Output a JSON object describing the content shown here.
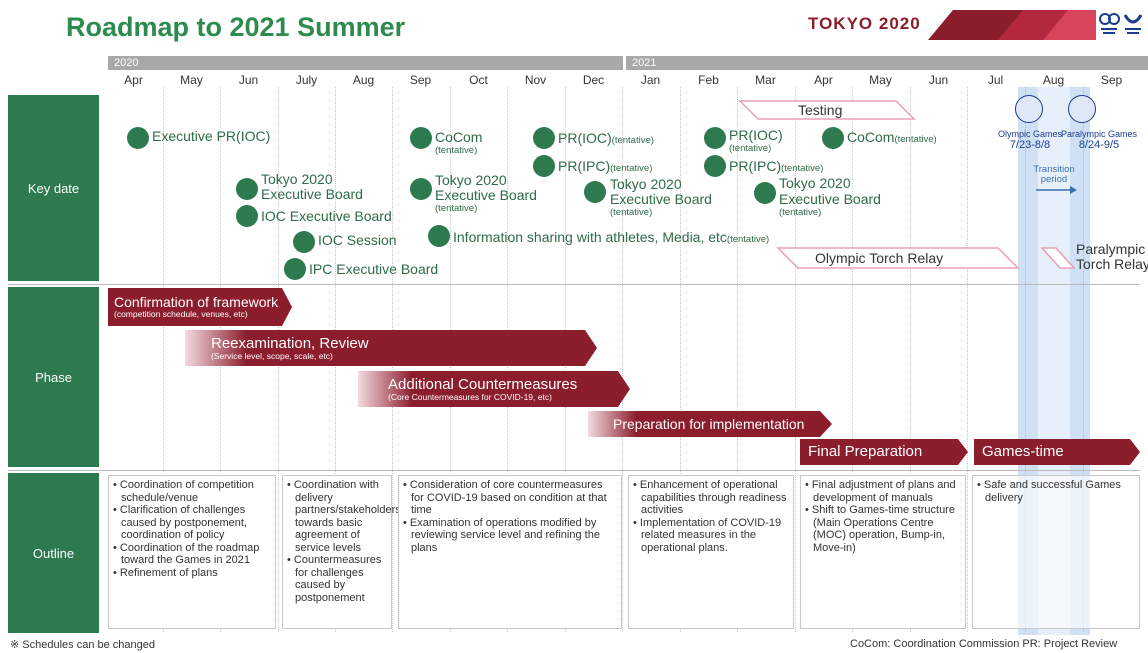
{
  "title": "Roadmap to 2021 Summer",
  "brand": "TOKYO 2020",
  "years": [
    "2020",
    "2021"
  ],
  "months": [
    "Apr",
    "May",
    "Jun",
    "July",
    "Aug",
    "Sep",
    "Oct",
    "Nov",
    "Dec",
    "Jan",
    "Feb",
    "Mar",
    "Apr",
    "May",
    "Jun",
    "Jul",
    "Aug",
    "Sep"
  ],
  "row_labels": {
    "key_date": "Key date",
    "phase": "Phase",
    "outline": "Outline"
  },
  "key_dates": {
    "exec_pr_ioc": "Executive PR(IOC)",
    "board_2020_jun_l1": "Tokyo 2020",
    "board_2020_jun_l2": "Executive Board",
    "ioc_exec_board": "IOC Executive Board",
    "ioc_session": "IOC Session",
    "ipc_exec_board": "IPC Executive Board",
    "cocom_sep": "CoCom",
    "cocom_sep_tent": "(tentative)",
    "board_sep_l1": "Tokyo 2020",
    "board_sep_l2": "Executive Board",
    "board_sep_tent": "(tentative)",
    "info_sharing": "Information sharing with athletes, Media, etc",
    "info_sharing_tent": "(tentative)",
    "pr_ioc_nov": "PR(IOC)",
    "pr_ioc_nov_tent": "(tentative)",
    "pr_ipc_nov": "PR(IPC)",
    "pr_ipc_nov_tent": "(tentative)",
    "board_dec_l1": "Tokyo 2020",
    "board_dec_l2": "Executive Board",
    "board_dec_tent": "(tentative)",
    "pr_ioc_feb": "PR(IOC)",
    "pr_ioc_feb_tent": "(tentative)",
    "pr_ipc_feb": "PR(IPC)",
    "pr_ipc_feb_tent": "(tentative)",
    "board_mar_l1": "Tokyo 2020",
    "board_mar_l2": "Executive Board",
    "board_mar_tent": "(tentative)",
    "cocom_apr": "CoCom",
    "cocom_apr_tent": "(tentative)",
    "testing": "Testing",
    "olympic_torch": "Olympic Torch Relay",
    "paralympic_torch_l1": "Paralympic",
    "paralympic_torch_l2": "Torch Relay",
    "olympic_games": "Olympic Games",
    "olympic_dates": "7/23-8/8",
    "paralympic_games": "Paralympic Games",
    "paralympic_dates": "8/24-9/5",
    "transition_l1": "Transition",
    "transition_l2": "period"
  },
  "phases": [
    {
      "label": "Confirmation of framework",
      "sub": "(competition schedule, venues, etc)"
    },
    {
      "label": "Reexamination, Review",
      "sub": "(Service level, scope, scale, etc)"
    },
    {
      "label": "Additional Countermeasures",
      "sub": "(Core Countermeasures for COVID-19, etc)"
    },
    {
      "label": "Preparation for implementation",
      "sub": ""
    },
    {
      "label": "Final Preparation",
      "sub": ""
    },
    {
      "label": "Games-time",
      "sub": ""
    }
  ],
  "outline": [
    [
      "Coordination of competition schedule/venue",
      "Clarification of challenges caused by postponement, coordination of policy",
      "Coordination of the roadmap toward the Games in 2021",
      "Refinement of plans"
    ],
    [
      "Coordination with delivery partners/stakeholders towards basic agreement of service levels",
      "Countermeasures for challenges caused by postponement"
    ],
    [
      "Consideration of core countermeasures for COVID-19 based on condition at that time",
      "Examination of operations modified by reviewing service level and refining the plans"
    ],
    [
      "Enhancement of operational capabilities through readiness activities",
      "Implementation of COVID-19 related measures in the operational plans."
    ],
    [
      "Final adjustment of plans and development of manuals",
      "Shift to Games-time structure (Main Operations Centre (MOC) operation, Bump-in, Move-in)"
    ],
    [
      "Safe and successful Games delivery"
    ]
  ],
  "footer_left": "※ Schedules can be changed",
  "footer_right": "CoCom: Coordination Commission PR: Project Review",
  "colors": {
    "green": "#2e7a4f",
    "maroon": "#8b1d2c",
    "pink": "#e8a0b4",
    "blue_band": "#78aae1"
  }
}
